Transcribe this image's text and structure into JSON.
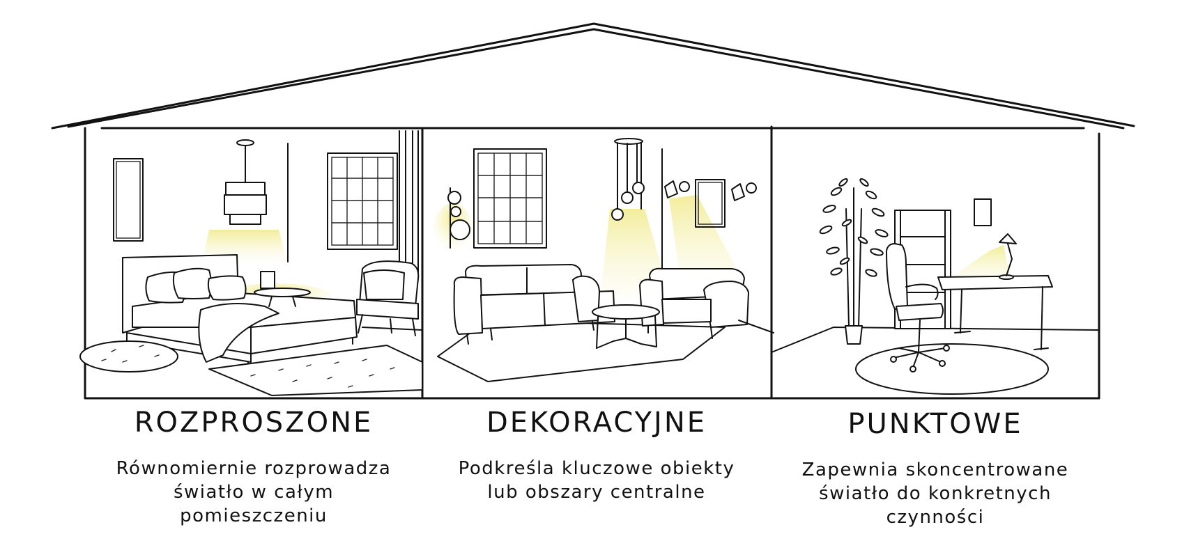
{
  "sections": [
    {
      "title": "ROZPROSZONE",
      "description_lines": [
        "Równomiernie rozprowadza",
        "światło w całym",
        "pomieszczeniu"
      ]
    },
    {
      "title": "DEKORACYJNE",
      "description_lines": [
        "Podkreśla kluczowe obiekty",
        "lub obszary centralne"
      ]
    },
    {
      "title": "PUNKTOWE",
      "description_lines": [
        "Zapewnia skoncentrowane",
        "światło do konkretnych",
        "czynności"
      ]
    }
  ],
  "colors": {
    "line": "#111111",
    "light_glow": "#f3ee9a",
    "background": "#ffffff"
  },
  "icons": [
    "pendant-lamp-icon",
    "wall-sconce-icon",
    "desk-lamp-icon",
    "plant-icon",
    "bed-icon",
    "sofa-icon",
    "office-chair-icon"
  ]
}
